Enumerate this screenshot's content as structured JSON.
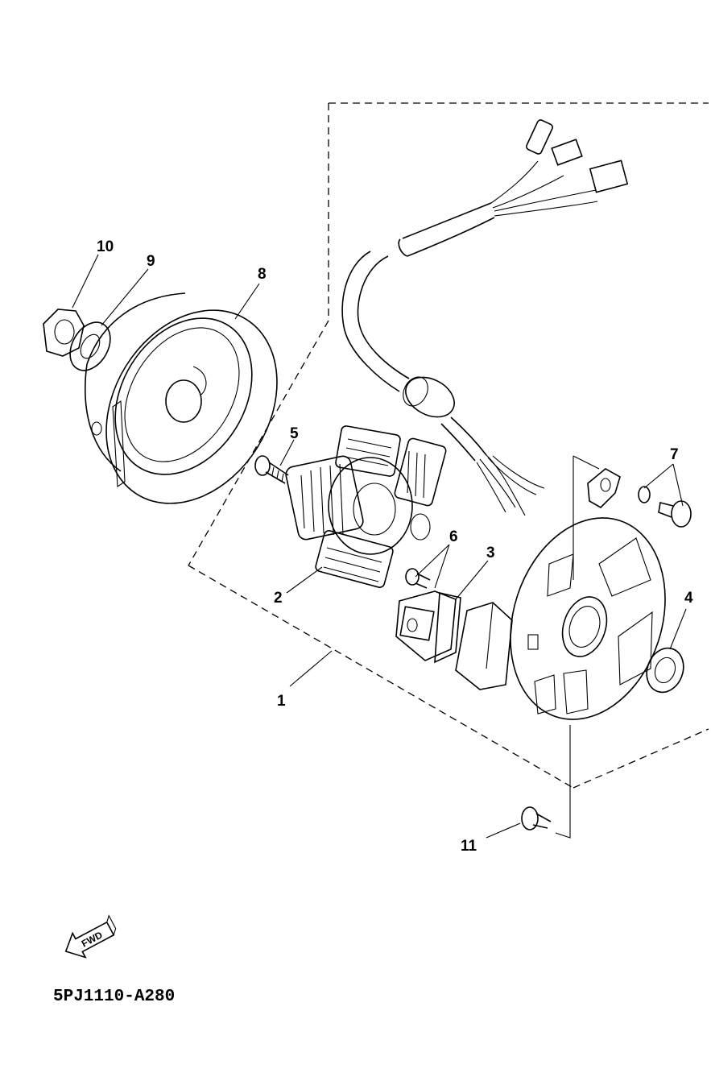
{
  "diagram": {
    "callouts": [
      "1",
      "2",
      "3",
      "4",
      "5",
      "6",
      "7",
      "8",
      "9",
      "10",
      "11"
    ],
    "direction_label": "FWD",
    "drawing_code": "5PJ1110-A280"
  }
}
